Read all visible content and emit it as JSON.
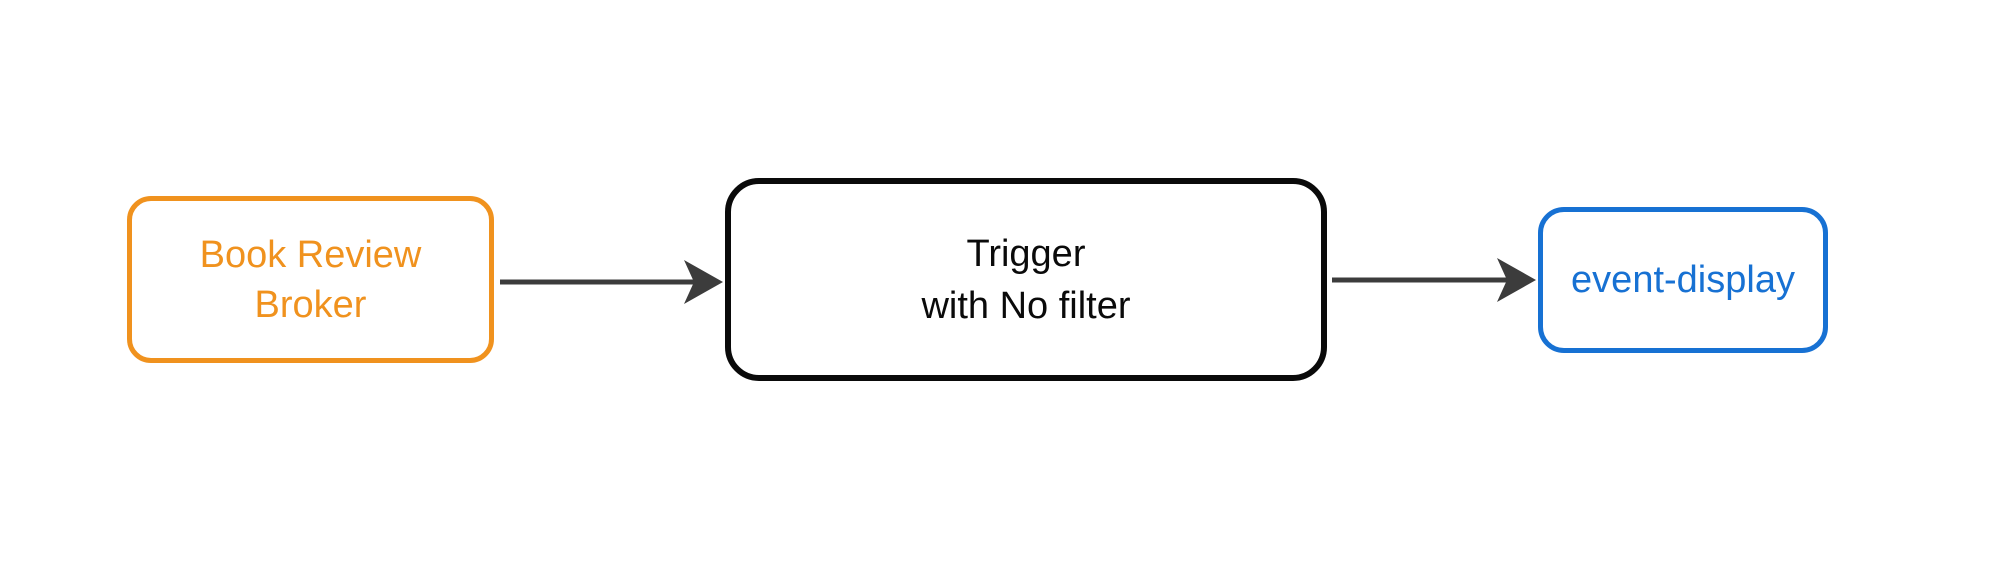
{
  "diagram": {
    "type": "flow",
    "background": "#FFFFFF",
    "nodes": [
      {
        "id": "book-review-broker",
        "label": "Book Review\nBroker",
        "color": "#F0921E",
        "shape": "rounded-rect"
      },
      {
        "id": "trigger",
        "label": "Trigger\nwith No filter",
        "color": "#0A0A0A",
        "shape": "rounded-rect"
      },
      {
        "id": "event-display",
        "label": "event-display",
        "color": "#1771D3",
        "shape": "rounded-rect"
      }
    ],
    "edges": [
      {
        "from": "book-review-broker",
        "to": "trigger",
        "style": "solid",
        "arrowhead": "filled-concave-triangle"
      },
      {
        "from": "trigger",
        "to": "event-display",
        "style": "solid",
        "arrowhead": "filled-concave-triangle"
      }
    ],
    "colors": {
      "background": "#FFFFFF",
      "arrow": "#3C3C3C",
      "node-orange": "#F0921E",
      "node-black": "#0A0A0A",
      "node-blue": "#1771D3"
    }
  }
}
